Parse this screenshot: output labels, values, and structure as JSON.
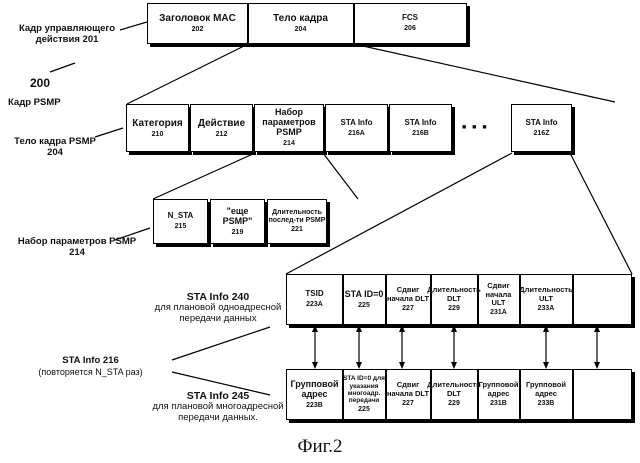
{
  "mac_frame": {
    "label_line1": "Кадр управляющего",
    "label_line2": "действия 201",
    "cells": [
      {
        "title": "Заголовок MAC",
        "num": "202"
      },
      {
        "title": "Тело кадра",
        "num": "204"
      },
      {
        "title": "FCS",
        "num": "206"
      }
    ]
  },
  "psmp": {
    "ref": "200",
    "frame_label": "Кадр PSMP",
    "body_label_line1": "Тело кадра PSMP",
    "body_label_line2": "204",
    "fields": [
      {
        "title": "Категория",
        "num": "210"
      },
      {
        "title": "Действие",
        "num": "212"
      },
      {
        "title": "Набор параметров PSMP",
        "num": "214"
      },
      {
        "title": "STA Info",
        "num": "216A"
      },
      {
        "title": "STA Info",
        "num": "216B"
      },
      {
        "title": "STA Info",
        "num": "216Z"
      }
    ],
    "ellipsis": "■  ■  ■"
  },
  "params": {
    "label_line1": "Набор параметров PSMP",
    "label_line2": "214",
    "fields": [
      {
        "title": "N_STA",
        "num": "215"
      },
      {
        "title": "\"еще PSMP\"",
        "num": "219"
      },
      {
        "title": "Длительность послед-ти PSMP",
        "num": "221"
      }
    ]
  },
  "sta_info": {
    "unicast_label_line1": "STA Info 240",
    "unicast_label_line2": "для плановой одноадресной",
    "unicast_label_line3": "передачи данных",
    "unicast_fields": [
      {
        "title": "TSID",
        "num": "223A"
      },
      {
        "title": "STA ID=0",
        "num": "225"
      },
      {
        "title": "Сдвиг начала DLT",
        "num": "227"
      },
      {
        "title": "Длительность DLT",
        "num": "229"
      },
      {
        "title": "Сдвиг начала ULT",
        "num": "231A"
      },
      {
        "title": "Длительность ULT",
        "num": "233A"
      }
    ],
    "repeat_label_line1": "STA Info 216",
    "repeat_label_line2": "(повторяется N_STA раз)",
    "multicast_label_line1": "STA Info 245",
    "multicast_label_line2": "для плановой многоадресной",
    "multicast_label_line3": "передачи данных.",
    "multicast_fields": [
      {
        "title": "Групповой адрес",
        "num": "223B"
      },
      {
        "title": "STA ID=0 для указания многоадр. передачи",
        "num": "225"
      },
      {
        "title": "Сдвиг начала DLT",
        "num": "227"
      },
      {
        "title": "Длительность DLT",
        "num": "229"
      },
      {
        "title": "Групповой адрес",
        "num": "231B"
      },
      {
        "title": "Групповой адрес",
        "num": "233B"
      }
    ]
  },
  "figure_caption": "Фиг.2"
}
